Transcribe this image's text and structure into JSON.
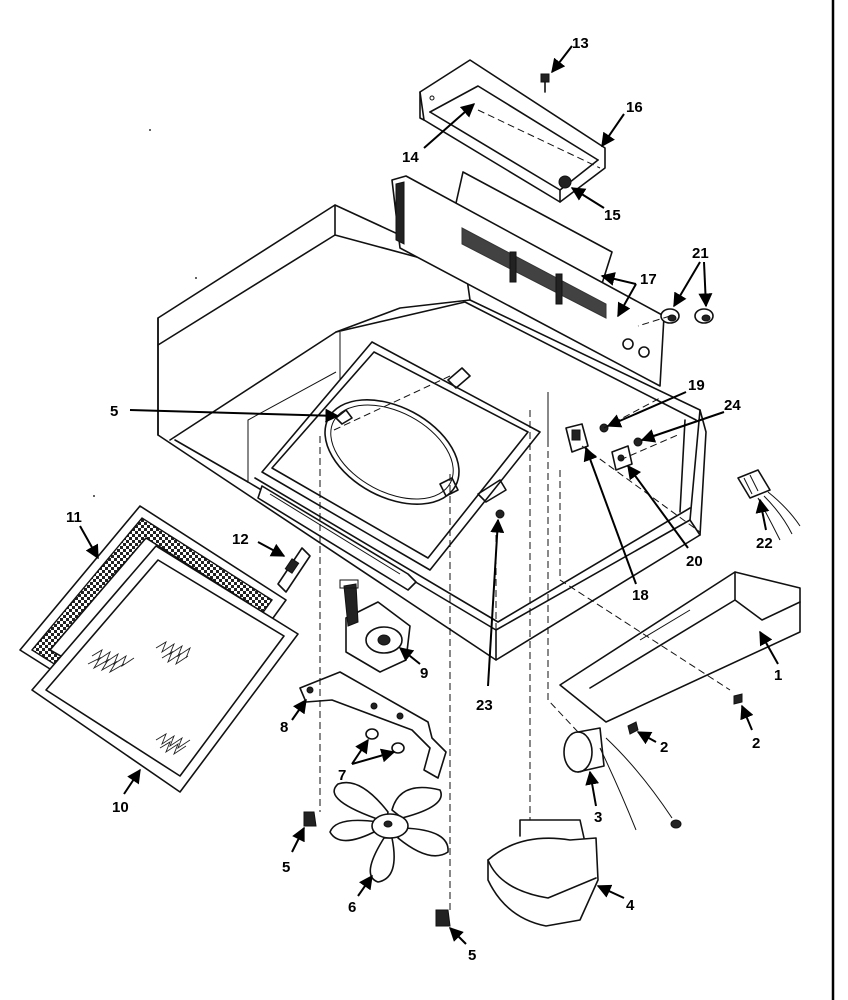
{
  "diagram": {
    "callouts": [
      "1",
      "2",
      "2",
      "3",
      "4",
      "5",
      "5",
      "5",
      "6",
      "7",
      "8",
      "9",
      "10",
      "11",
      "12",
      "13",
      "14",
      "15",
      "16",
      "17",
      "18",
      "19",
      "20",
      "21",
      "22",
      "23",
      "24"
    ]
  }
}
